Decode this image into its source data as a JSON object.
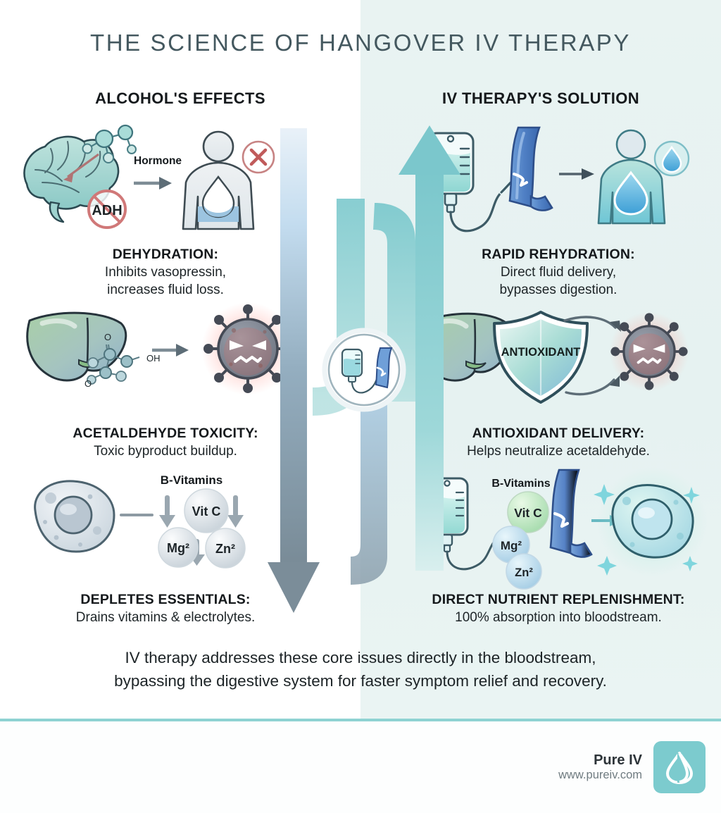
{
  "title": "THE SCIENCE OF HANGOVER IV THERAPY",
  "columns": {
    "left_header": "ALCOHOL'S EFFECTS",
    "right_header": "IV THERAPY'S SOLUTION"
  },
  "left_blocks": [
    {
      "heading": "DEHYDRATION:",
      "body_line1": "Inhibits vasopressin,",
      "body_line2": "increases fluid loss.",
      "art_labels": {
        "hormone": "Hormone",
        "adh": "ADH"
      },
      "icons": [
        "brain-icon",
        "hormone-molecule-icon",
        "no-adh-icon",
        "dehydrated-body-icon",
        "x-mark-icon"
      ]
    },
    {
      "heading": "ACETALDEHYDE TOXICITY:",
      "body_line1": "Toxic byproduct buildup.",
      "body_line2": "",
      "art_labels": {
        "oh": "OH",
        "o1": "O",
        "o2": "O"
      },
      "icons": [
        "liver-icon",
        "acetaldehyde-molecule-icon",
        "toxin-virus-icon"
      ]
    },
    {
      "heading": "DEPLETES ESSENTIALS:",
      "body_line1": "Drains vitamins & electrolytes.",
      "body_line2": "",
      "art_labels": {
        "b_vitamins": "B-Vitamins",
        "vitc": "Vit C",
        "mg": "Mg²",
        "zn": "Zn²"
      },
      "icons": [
        "cell-icon",
        "down-arrow-icon",
        "nutrient-bubble-icon"
      ]
    }
  ],
  "right_blocks": [
    {
      "heading": "RAPID REHYDRATION:",
      "body_line1": "Direct fluid delivery,",
      "body_line2": "bypasses digestion.",
      "art_labels": {},
      "icons": [
        "iv-bag-icon",
        "vein-icon",
        "hydrated-body-icon",
        "water-drop-icon"
      ]
    },
    {
      "heading": "ANTIOXIDANT DELIVERY:",
      "body_line1": "Helps neutralize acetaldehyde.",
      "body_line2": "",
      "art_labels": {
        "shield": "ANTIOXIDANT"
      },
      "icons": [
        "liver-icon",
        "antioxidant-shield-icon",
        "toxin-virus-icon"
      ]
    },
    {
      "heading": "DIRECT NUTRIENT REPLENISHMENT:",
      "body_line1": "100% absorption into bloodstream.",
      "body_line2": "",
      "art_labels": {
        "b_vitamins": "B-Vitamins",
        "vitc": "Vit C",
        "mg": "Mg²",
        "zn": "Zn²"
      },
      "icons": [
        "iv-bag-icon",
        "vein-icon",
        "healthy-cell-icon",
        "sparkle-icon"
      ]
    }
  ],
  "center": {
    "down_arrow": "downward-decline-arrow",
    "up_arrow": "upward-recovery-arrow",
    "badge": "iv-drip-badge-icon"
  },
  "summary_line1": "IV therapy addresses these core issues directly in the bloodstream,",
  "summary_line2": "bypassing the digestive system for faster symptom relief and recovery.",
  "brand": {
    "name": "Pure IV",
    "url": "www.pureiv.com",
    "logo": "water-drop-logo-icon"
  },
  "colors": {
    "title": "#44585f",
    "teal": "#7ccbce",
    "panel_right": "#e8f2f1",
    "down_arrow_top": "#d4e4f2",
    "down_arrow_bottom": "#7b8d99",
    "rule": "#8ed2d2",
    "toxin_red": "#e06a6a"
  }
}
